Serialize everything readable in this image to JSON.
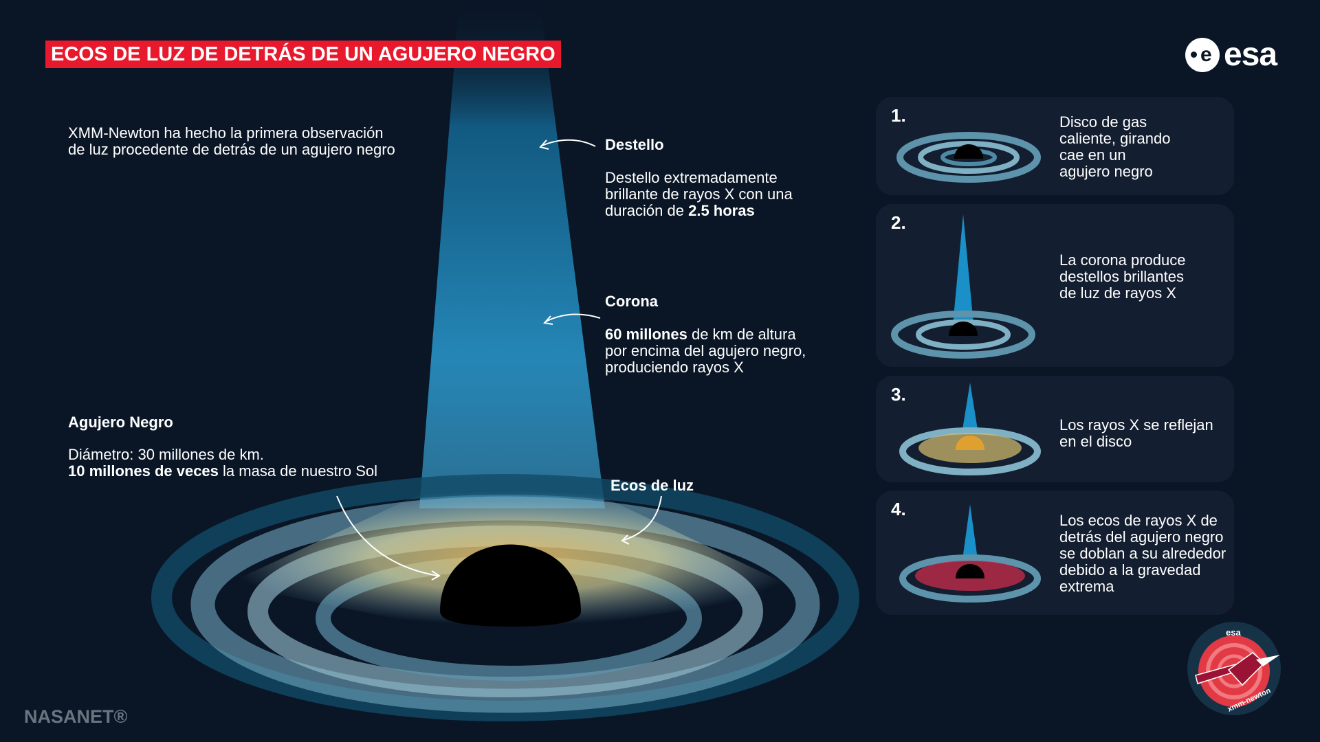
{
  "title": "ECOS DE LUZ DE DETRÁS DE UN AGUJERO NEGRO",
  "logo": "esa",
  "intro": [
    "XMM-Newton ha hecho la primera observación",
    "de luz procedente de detrás de un agujero negro"
  ],
  "flare": {
    "label": "Destello",
    "lines": [
      "Destello extremadamente",
      "brillante de rayos X con una"
    ],
    "line3_pre": "duración de ",
    "line3_bold": "2.5 horas"
  },
  "corona": {
    "label": "Corona",
    "bold": "60 millones",
    "rest": " de km de altura",
    "lines": [
      "por encima del agujero negro,",
      "produciendo rayos X"
    ]
  },
  "blackhole": {
    "label": "Agujero Negro",
    "line1": "Diámetro: 30 millones de km.",
    "bold": "10 millones de veces",
    "rest": " la masa de nuestro Sol"
  },
  "echoes": {
    "label": "Ecos de luz"
  },
  "steps": [
    {
      "number": "1.",
      "lines": [
        "Disco de gas",
        "caliente, girando",
        "cae en un",
        "agujero negro"
      ]
    },
    {
      "number": "2.",
      "lines": [
        "La corona produce",
        "destellos brillantes",
        "de luz de rayos X"
      ]
    },
    {
      "number": "3.",
      "lines": [
        "Los rayos X se reflejan",
        "en el disco"
      ]
    },
    {
      "number": "4.",
      "lines": [
        "Los ecos de rayos X de",
        "detrás del agujero negro",
        "se doblan a su alrededor",
        "debido a la gravedad",
        "extrema"
      ]
    }
  ],
  "patch": {
    "logo": "esa",
    "mission": "xmm-newton"
  },
  "watermark": "NASANET®",
  "colors": {
    "title_bg": "#e8192c",
    "background": "#0a1626",
    "card": "#131e30",
    "beam": "#1a8fc8",
    "glow": "#e8c870"
  }
}
